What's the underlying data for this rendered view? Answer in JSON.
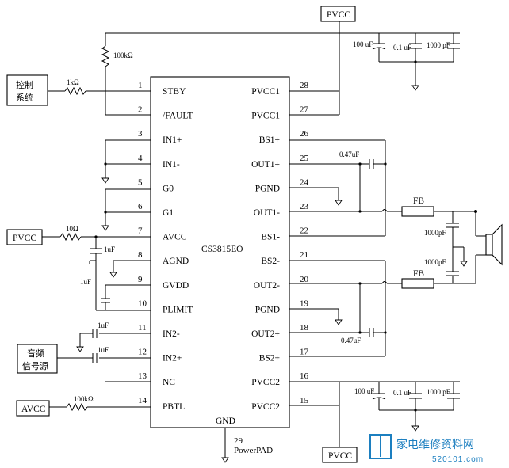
{
  "chip": {
    "name": "CS3815EO",
    "gnd_label": "GND",
    "thermal_pin_number": "29",
    "thermal_pin_label": "PowerPAD"
  },
  "left_pins": [
    {
      "num": "1",
      "label": "STBY"
    },
    {
      "num": "2",
      "label": "/FAULT"
    },
    {
      "num": "3",
      "label": "IN1+"
    },
    {
      "num": "4",
      "label": "IN1-"
    },
    {
      "num": "5",
      "label": "G0"
    },
    {
      "num": "6",
      "label": "G1"
    },
    {
      "num": "7",
      "label": "AVCC"
    },
    {
      "num": "8",
      "label": "AGND"
    },
    {
      "num": "9",
      "label": "GVDD"
    },
    {
      "num": "10",
      "label": "PLIMIT"
    },
    {
      "num": "11",
      "label": "IN2-"
    },
    {
      "num": "12",
      "label": "IN2+"
    },
    {
      "num": "13",
      "label": "NC"
    },
    {
      "num": "14",
      "label": "PBTL"
    }
  ],
  "right_pins": [
    {
      "num": "28",
      "label": "PVCC1"
    },
    {
      "num": "27",
      "label": "PVCC1"
    },
    {
      "num": "26",
      "label": "BS1+"
    },
    {
      "num": "25",
      "label": "OUT1+"
    },
    {
      "num": "24",
      "label": "PGND"
    },
    {
      "num": "23",
      "label": "OUT1-"
    },
    {
      "num": "22",
      "label": "BS1-"
    },
    {
      "num": "21",
      "label": "BS2-"
    },
    {
      "num": "20",
      "label": "OUT2-"
    },
    {
      "num": "19",
      "label": "PGND"
    },
    {
      "num": "18",
      "label": "OUT2+"
    },
    {
      "num": "17",
      "label": "BS2+"
    },
    {
      "num": "16",
      "label": "PVCC2"
    },
    {
      "num": "15",
      "label": "PVCC2"
    }
  ],
  "boxes": {
    "pvcc_top": "PVCC",
    "pvcc_left": "PVCC",
    "avcc": "AVCC",
    "pvcc_bottom": "PVCC",
    "control_line1": "控制",
    "control_line2": "系统",
    "audio_line1": "音频",
    "audio_line2": "信号源"
  },
  "components": {
    "r_pullup": "100kΩ",
    "r_stby": "1kΩ",
    "r_avcc": "10Ω",
    "r_pbtl": "100kΩ",
    "c_avcc": "1uF",
    "c_gvdd": "1uF",
    "c_in2m": "1uF",
    "c_in2p": "1uF",
    "c_bs1": "0.47uF",
    "c_bs2": "0.47uF",
    "fb1": "FB",
    "fb2": "FB",
    "c_fb1": "1000pF",
    "c_fb2": "1000pF",
    "top_caps": [
      "100 uF",
      "0.1 uF",
      "1000 pF"
    ],
    "bottom_caps": [
      "100 uF",
      "0.1 uF",
      "1000 pF"
    ]
  },
  "watermark": {
    "title": "家电维修资料网",
    "url": "520101.com"
  }
}
